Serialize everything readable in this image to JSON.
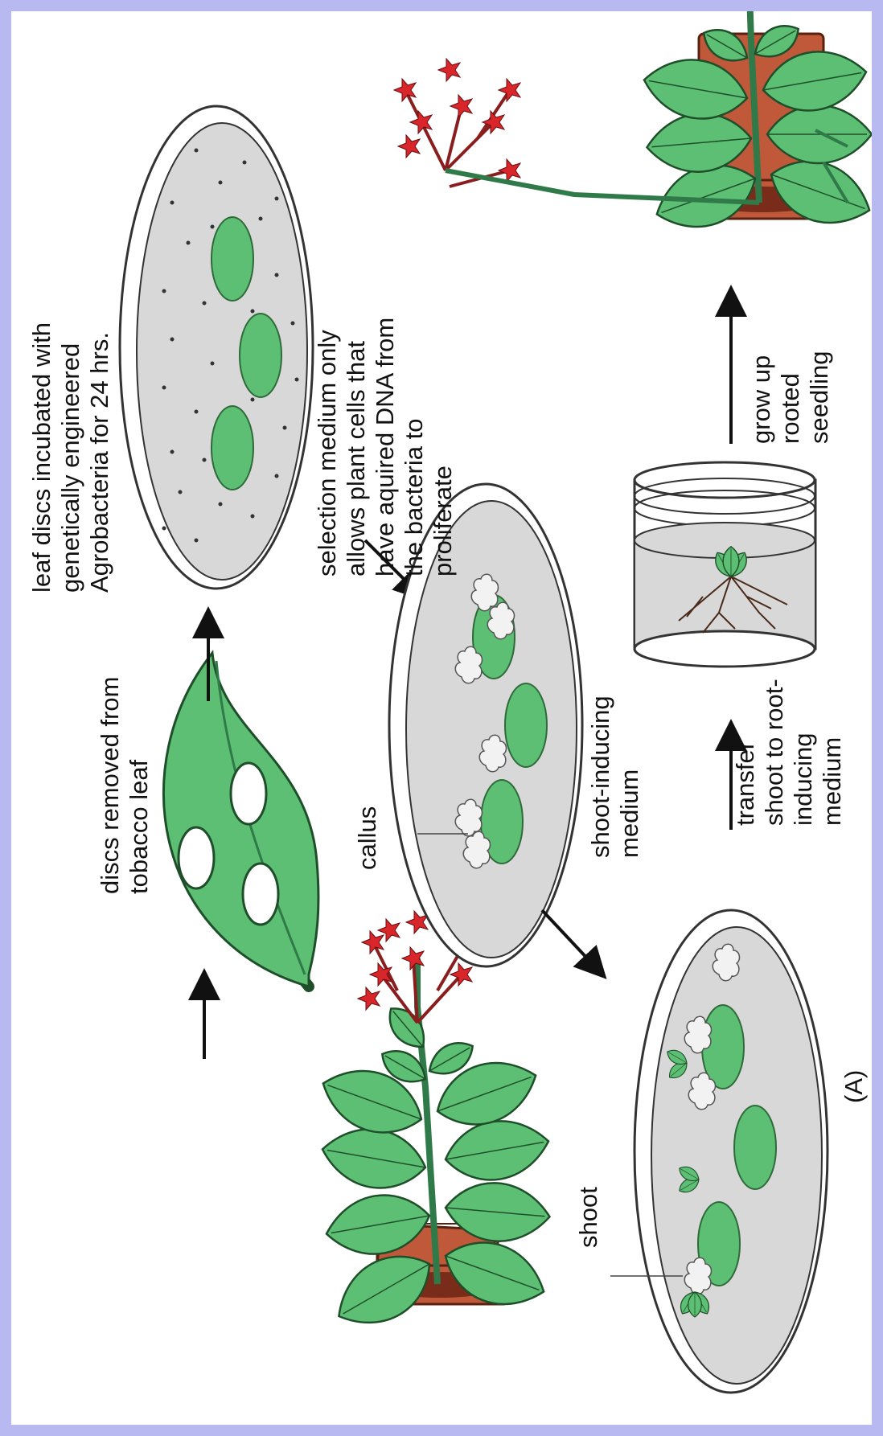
{
  "labels": {
    "discs": "discs removed from\ntobacco leaf",
    "incubated_line1": "leaf discs incubated with",
    "incubated_line2": "genetically engineered",
    "incubated_agro": "Agrobacteria",
    "incubated_rest": " for 24 hrs.",
    "selection": "selection medium only\nallows plant cells that\nhave aquired DNA from\nthe bacteria to\nproliferate",
    "callus": "callus",
    "shoot_inducing": "shoot-inducing\nmedium",
    "transfer": "transfer\nshoot to root-\ninducing\nmedium",
    "grow": "grow up\nrooted\nseedling",
    "shoot": "shoot",
    "panel": "(A)"
  },
  "colors": {
    "frame": "#b9b9f1",
    "leaf_green": "#5cbf73",
    "leaf_outline": "#1f4f2a",
    "flower_red": "#d8262b",
    "pot": "#c0583a",
    "pot_dark": "#7a2c1a",
    "medium": "#d8d8d8",
    "callus": "#f2f2f2"
  }
}
